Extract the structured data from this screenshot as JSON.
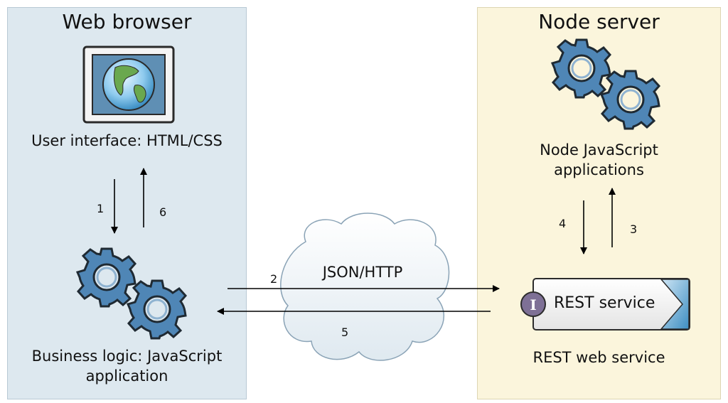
{
  "browser": {
    "title": "Web browser",
    "ui_label": "User interface: HTML/CSS",
    "logic_label_line1": "Business logic: JavaScript",
    "logic_label_line2": "application",
    "icons": [
      "monitor-globe-icon",
      "gears-icon"
    ],
    "color": "#dde8ef"
  },
  "node": {
    "title": "Node server",
    "apps_label_line1": "Node JavaScript",
    "apps_label_line2": "applications",
    "rest_box_label": "REST service",
    "rest_caption": "REST web service",
    "icons": [
      "gears-icon",
      "rest-service-icon"
    ],
    "color": "#fbf5dc"
  },
  "network": {
    "label": "JSON/HTTP",
    "icon": "cloud-icon"
  },
  "steps": {
    "s1": "1",
    "s2": "2",
    "s3": "3",
    "s4": "4",
    "s5": "5",
    "s6": "6"
  }
}
